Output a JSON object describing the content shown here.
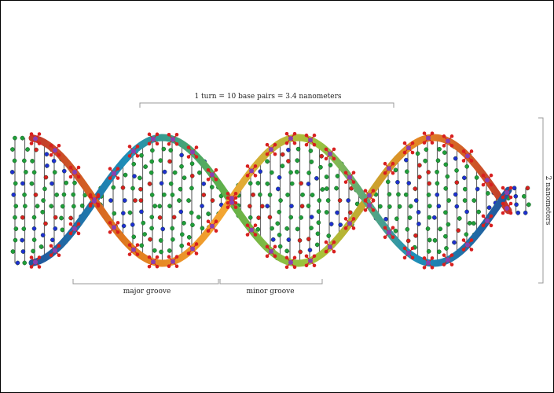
{
  "annotations": {
    "turn": "1 turn = 10 base pairs = 3.4 nanometers",
    "width": "2 nanometers",
    "major_groove": "major groove",
    "minor_groove": "minor groove"
  },
  "colors": {
    "backbone_a": [
      "#c0392b",
      "#e07b1e",
      "#f3a531",
      "#9cc23c",
      "#1f8fb8",
      "#22559a"
    ],
    "backbone_b": [
      "#22559a",
      "#1f8fb8",
      "#5fb04a",
      "#a6c43a",
      "#e58a24",
      "#c0392b"
    ],
    "carbon": "#1f9e3a",
    "nitrogen": "#1f2fd0",
    "oxygen": "#d81f1f",
    "phosphorus": "#8b3fb0",
    "bond": "#6b6b6b",
    "bracket": "#999999"
  }
}
